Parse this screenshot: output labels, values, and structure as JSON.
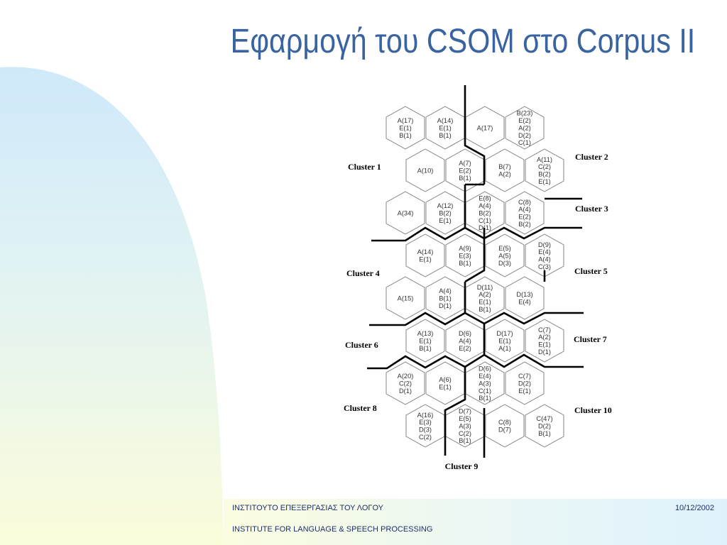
{
  "slide": {
    "title": "Εφαρμογή του CSOM στο Corpus II"
  },
  "diagram": {
    "cells": [
      {
        "lines": [
          "A(17)",
          "E(1)",
          "B(1)"
        ]
      },
      {
        "lines": [
          "A(14)",
          "E(1)",
          "B(1)"
        ]
      },
      {
        "lines": [
          "A(17)"
        ]
      },
      {
        "lines": [
          "B(23)",
          "E(2)",
          "A(2)",
          "D(2)",
          "C(1)"
        ]
      },
      {
        "lines": [
          "A(10)"
        ]
      },
      {
        "lines": [
          "A(7)",
          "E(2)",
          "B(1)"
        ]
      },
      {
        "lines": [
          "B(7)",
          "A(2)"
        ]
      },
      {
        "lines": [
          "A(11)",
          "C(2)",
          "B(2)",
          "E(1)"
        ]
      },
      {
        "lines": [
          "A(34)"
        ]
      },
      {
        "lines": [
          "A(12)",
          "B(2)",
          "E(1)"
        ]
      },
      {
        "lines": [
          "E(8)",
          "A(4)",
          "B(2)",
          "C(1)",
          "D(1)"
        ]
      },
      {
        "lines": [
          "C(8)",
          "A(4)",
          "E(2)",
          "B(2)"
        ]
      },
      {
        "lines": [
          "A(14)",
          "E(1)"
        ]
      },
      {
        "lines": [
          "A(9)",
          "E(3)",
          "B(1)"
        ]
      },
      {
        "lines": [
          "E(5)",
          "A(5)",
          "D(3)"
        ]
      },
      {
        "lines": [
          "D(9)",
          "E(4)",
          "A(4)",
          "C(3)"
        ]
      },
      {
        "lines": [
          "A(15)"
        ]
      },
      {
        "lines": [
          "A(4)",
          "B(1)",
          "D(1)"
        ]
      },
      {
        "lines": [
          "D(11)",
          "A(2)",
          "E(1)",
          "B(1)"
        ]
      },
      {
        "lines": [
          "D(13)",
          "E(4)"
        ]
      },
      {
        "lines": [
          "A(13)",
          "E(1)",
          "B(1)"
        ]
      },
      {
        "lines": [
          "D(6)",
          "A(4)",
          "E(2)"
        ]
      },
      {
        "lines": [
          "D(17)",
          "E(1)",
          "A(1)"
        ]
      },
      {
        "lines": [
          "C(7)",
          "A(2)",
          "E(1)",
          "D(1)"
        ]
      },
      {
        "lines": [
          "A(20)",
          "C(2)",
          "D(1)"
        ]
      },
      {
        "lines": [
          "A(6)",
          "E(1)"
        ]
      },
      {
        "lines": [
          "D(6)",
          "E(4)",
          "A(3)",
          "C(1)",
          "B(1)"
        ]
      },
      {
        "lines": [
          "C(7)",
          "D(2)",
          "E(1)"
        ]
      },
      {
        "lines": [
          "A(16)",
          "E(3)",
          "D(3)",
          "C(2)"
        ]
      },
      {
        "lines": [
          "D(7)",
          "E(5)",
          "A(3)",
          "C(2)",
          "B(1)"
        ]
      },
      {
        "lines": [
          "C(8)",
          "D(7)"
        ]
      },
      {
        "lines": [
          "C(47)",
          "D(2)",
          "B(1)"
        ]
      }
    ],
    "cluster_labels": [
      "Cluster 1",
      "Cluster 2",
      "Cluster 3",
      "Cluster 4",
      "Cluster 5",
      "Cluster 6",
      "Cluster 7",
      "Cluster 8",
      "Cluster 9",
      "Cluster 10"
    ]
  },
  "footer": {
    "institute_greek": "ΙΝΣΤΙΤΟΥΤΟ ΕΠΕΞΕΡΓΑΣΙΑΣ ΤΟΥ ΛΟΓΟΥ",
    "date": "10/12/2002",
    "institute_english": "INSTITUTE FOR LANGUAGE  & SPEECH PROCESSING"
  },
  "colors": {
    "title": "#3a64a0",
    "footer_text": "#1d2f6e",
    "hex_stroke": "#7a7a7a",
    "boundary": "#000000"
  }
}
